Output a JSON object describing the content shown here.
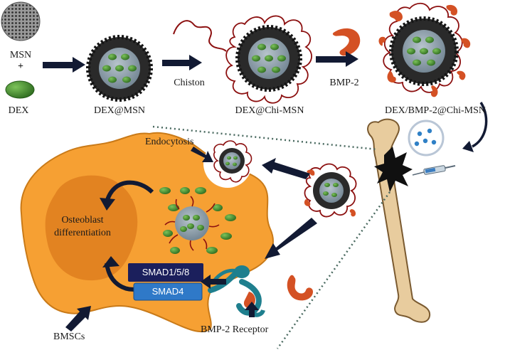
{
  "labels": {
    "msn": "MSN",
    "plus": "+",
    "dex": "DEX",
    "dex_msn": "DEX@MSN",
    "chiston": "Chiston",
    "dex_chi_msn": "DEX@Chi-MSN",
    "bmp2": "BMP-2",
    "dex_bmp2_chi_msn": "DEX/BMP-2@Chi-MSN",
    "endocytosis": "Endocytosis",
    "osteoblast_line1": "Osteoblast",
    "osteoblast_line2": "differentiation",
    "smad158": "SMAD1/5/8",
    "smad4": "SMAD4",
    "bmscs": "BMSCs",
    "bmp2_receptor": "BMP-2 Receptor"
  },
  "colors": {
    "cell": "#f7a132",
    "nucleus": "#e07f1f",
    "shell": "#2c2c2c",
    "core": "#8da0ac",
    "dex_drop": "#3f8a2c",
    "chitosan": "#8c1010",
    "bmp2": "#d45124",
    "receptor": "#1f7f8e",
    "smad158": "#1b1f5c",
    "smad4": "#2f79c8",
    "arrow": "#121a33",
    "bone": "#e7c99a"
  }
}
